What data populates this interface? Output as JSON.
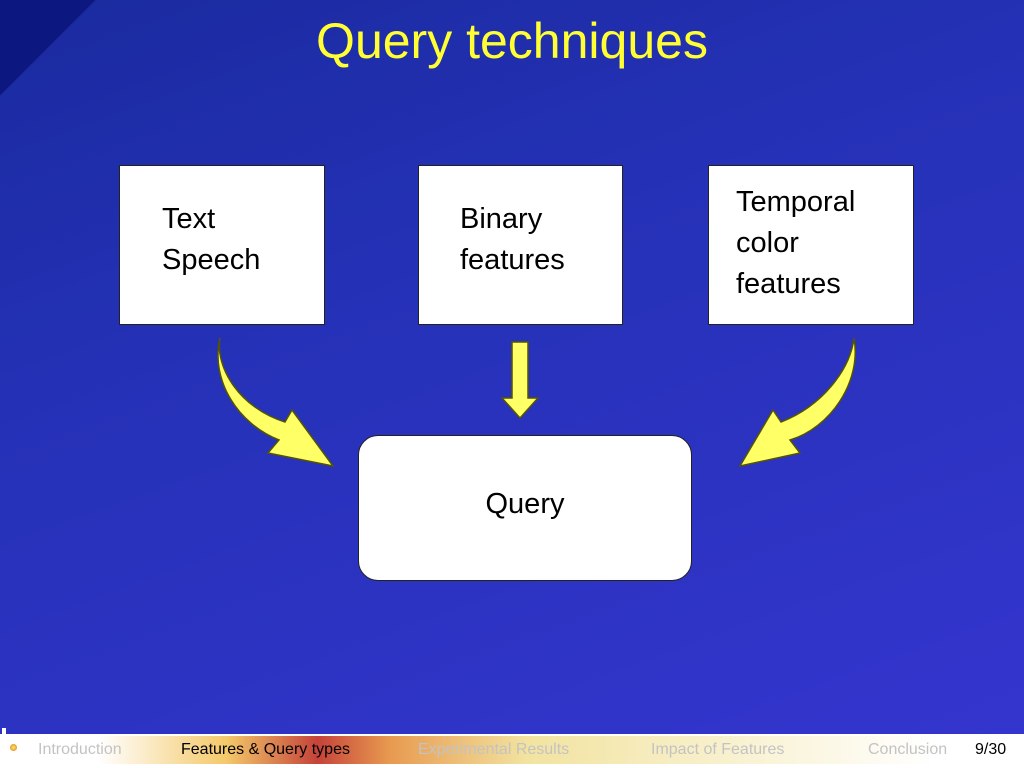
{
  "slide": {
    "title": "Query techniques"
  },
  "diagram": {
    "boxes": [
      {
        "id": "text-speech",
        "lines": [
          "Text",
          "Speech"
        ]
      },
      {
        "id": "binary-features",
        "lines": [
          "Binary",
          "features"
        ]
      },
      {
        "id": "temporal-color-features",
        "lines": [
          "Temporal",
          "color",
          "features"
        ]
      }
    ],
    "query_label": "Query"
  },
  "footer": {
    "nav": [
      {
        "label": "Introduction",
        "active": false
      },
      {
        "label": "Features & Query types",
        "active": true
      },
      {
        "label": "Experimental Results",
        "active": false
      },
      {
        "label": "Impact of Features",
        "active": false
      },
      {
        "label": "Conclusion",
        "active": false
      }
    ],
    "page": "9/30"
  },
  "colors": {
    "title": "#ffff33",
    "arrow_fill": "#ffff66",
    "arrow_stroke": "#555500",
    "background": "#2a33c0"
  }
}
